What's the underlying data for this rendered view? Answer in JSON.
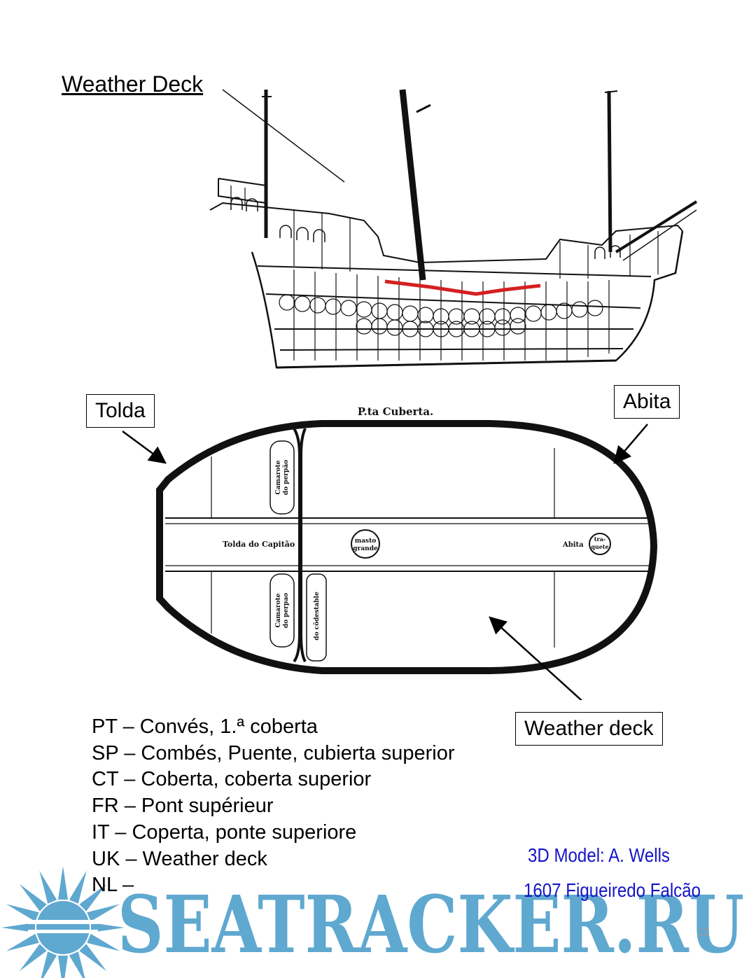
{
  "title": "Weather Deck",
  "callouts": {
    "tolda": "Tolda",
    "abita": "Abita",
    "weather_deck": "Weather deck"
  },
  "plan": {
    "heading": "P.ta Cuberta.",
    "labels": {
      "tolda_capitao": "Tolda do Capitão",
      "mastro_grande_1": "masto",
      "mastro_grande_2": "grande",
      "abita": "Abita",
      "traquete_1": "tra-",
      "traquete_2": "quete",
      "camarote_top_1": "Camarote",
      "camarote_top_2": "do perpão",
      "camarote_bottom_1": "Camarote",
      "camarote_bottom_2": "do perpao",
      "condestable": "do cõdestable"
    }
  },
  "terms": [
    "PT – Convés, 1.ª coberta",
    "SP – Combés, Puente, cubierta superior",
    "CT – Coberta, coberta superior",
    "FR – Pont supérieur",
    "IT – Coperta, ponte superiore",
    "UK – Weather deck",
    "NL –"
  ],
  "credits": {
    "model": "3D Model: A. Wells",
    "source": "1607 Figueiredo Falcão"
  },
  "page_number": "12",
  "watermark": "SEATRACKER.RU",
  "colors": {
    "credit_blue": "#1414c8",
    "watermark_blue": "#5fa8d0",
    "highlight_red": "#d42020"
  },
  "icons": [
    "sun-logo-icon"
  ]
}
